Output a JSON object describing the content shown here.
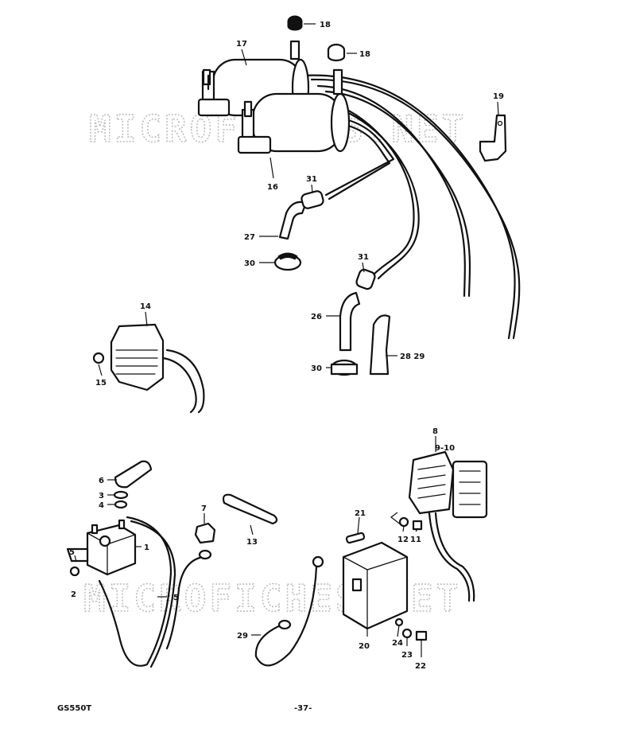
{
  "watermark": {
    "text": "MICROFICHES.NET"
  },
  "footer": {
    "model": "GS550T",
    "page": "-37-"
  },
  "callouts": {
    "c1": "1",
    "c2": "2",
    "c3": "3",
    "c4": "4",
    "c5": "5",
    "c6": "6",
    "c7": "7",
    "c8": "8",
    "c9_10": "9-10",
    "c11": "11",
    "c12": "12",
    "c13": "13",
    "c14": "14",
    "c15": "15",
    "c16": "16",
    "c17": "17",
    "c18a": "18",
    "c18b": "18",
    "c19": "19",
    "c20": "20",
    "c21": "21",
    "c22": "22",
    "c23": "23",
    "c24": "24",
    "c26": "26",
    "c27": "27",
    "c28_29": "28 29",
    "c29": "29",
    "c30a": "30",
    "c30b": "30",
    "c31a": "31",
    "c31b": "31",
    "c5b": "5"
  },
  "colors": {
    "ink": "#111111",
    "watermark": "#bdbdbd",
    "paper": "#ffffff"
  }
}
